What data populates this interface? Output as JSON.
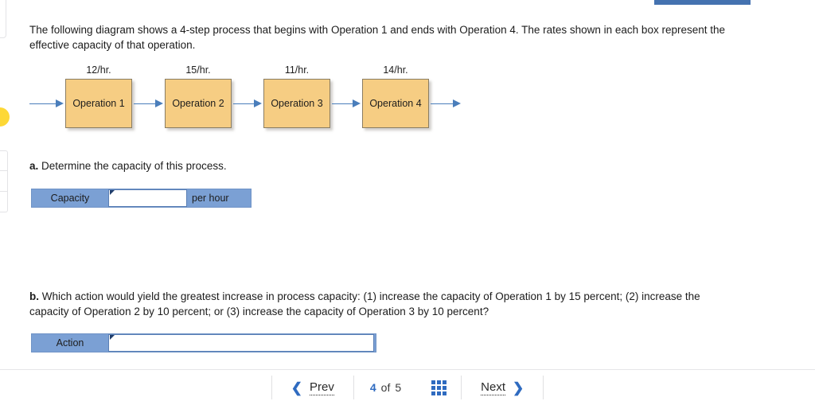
{
  "question": {
    "intro": "The following diagram shows a 4-step process that begins with Operation 1 and ends with Operation 4. The rates shown in each box represent the effective capacity of that operation.",
    "part_a": {
      "marker": "a.",
      "text": " Determine the capacity of this process.",
      "label": "Capacity",
      "value": "",
      "suffix": "per hour"
    },
    "part_b": {
      "marker": "b.",
      "text": " Which action would yield the greatest increase in process capacity: (1) increase the capacity of Operation 1 by 15 percent; (2) increase the capacity of Operation 2 by 10 percent; or (3) increase the capacity of Operation 3 by 10 percent?",
      "label": "Action",
      "value": ""
    }
  },
  "diagram": {
    "operations": [
      {
        "rate": "12/hr.",
        "name": "Operation 1"
      },
      {
        "rate": "15/hr.",
        "name": "Operation 2"
      },
      {
        "rate": "11/hr.",
        "name": "Operation 3"
      },
      {
        "rate": "14/hr.",
        "name": "Operation 4"
      }
    ],
    "box_fill": "#f6cd83",
    "box_border": "#8a7d63",
    "arrow_color": "#4a7ebb"
  },
  "nav": {
    "prev_label": "Prev",
    "next_label": "Next",
    "prev_icon": "chevron-left-icon",
    "next_icon": "chevron-right-icon",
    "grid_icon": "grid-menu-icon",
    "current_page": "4",
    "of_label": "of",
    "total_pages": "5",
    "accent": "#2f6bc0"
  },
  "chrome": {
    "top_bar_color": "#4472b0",
    "highlight_dot_color": "#fdd836"
  }
}
